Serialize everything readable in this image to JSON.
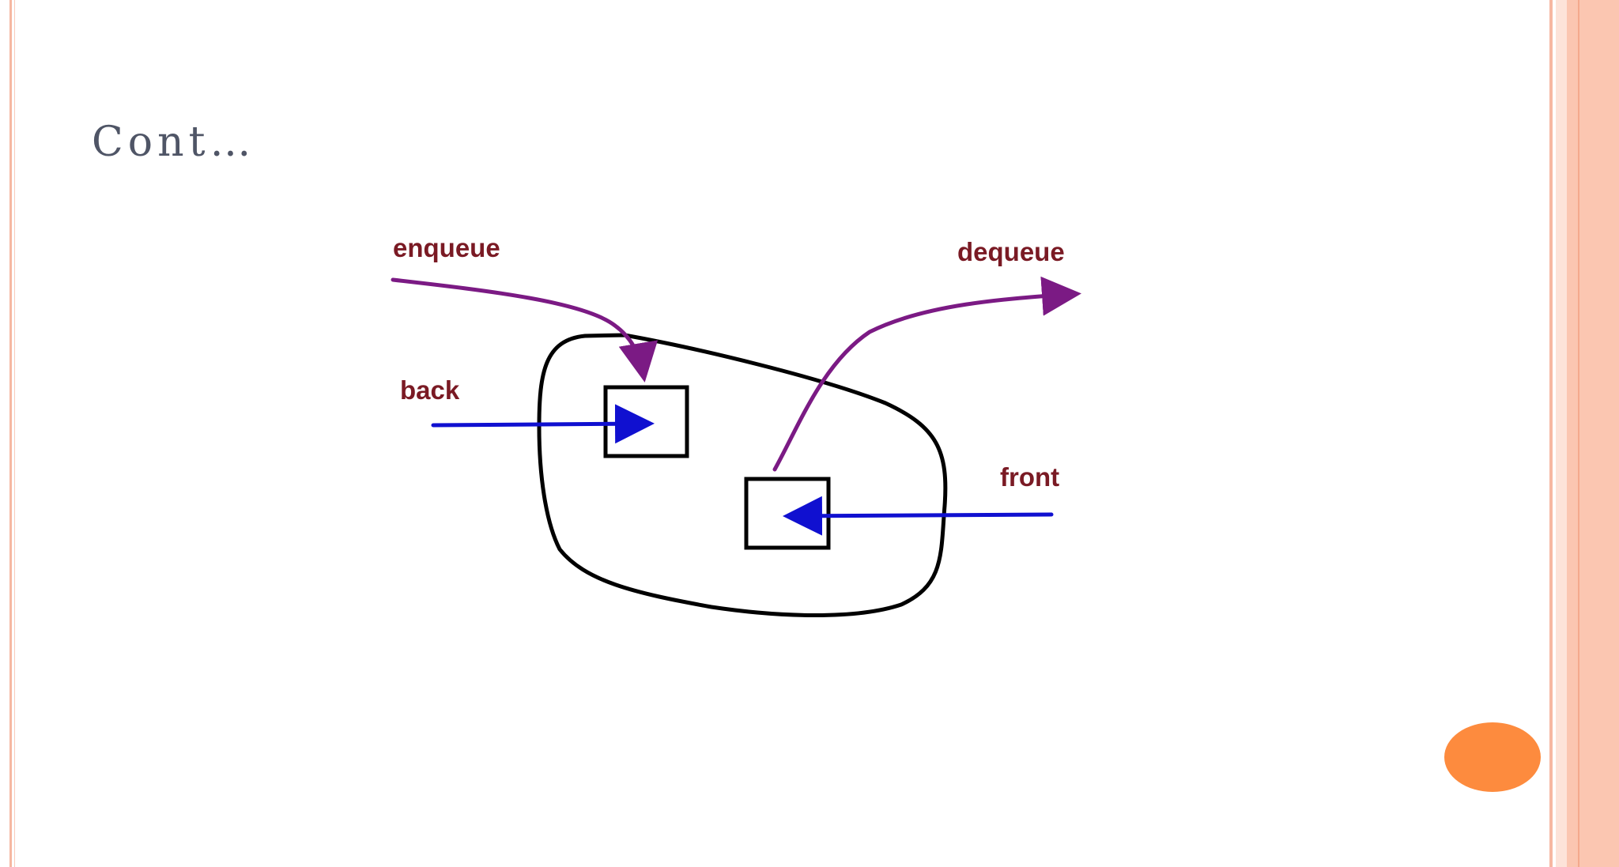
{
  "slide": {
    "title": "Cont…"
  },
  "diagram": {
    "labels": {
      "enqueue": "enqueue",
      "dequeue": "dequeue",
      "back": "back",
      "front": "front"
    },
    "colors": {
      "label": "#7a1a24",
      "pointer_arrow": "#1010d0",
      "operation_arrow": "#7b1a84",
      "outline": "#000000"
    }
  },
  "theme": {
    "border_color": "#f6b8a2",
    "band_color": "#fbc6b1",
    "badge_color": "#fd8b3e",
    "title_color": "#4f5566"
  }
}
